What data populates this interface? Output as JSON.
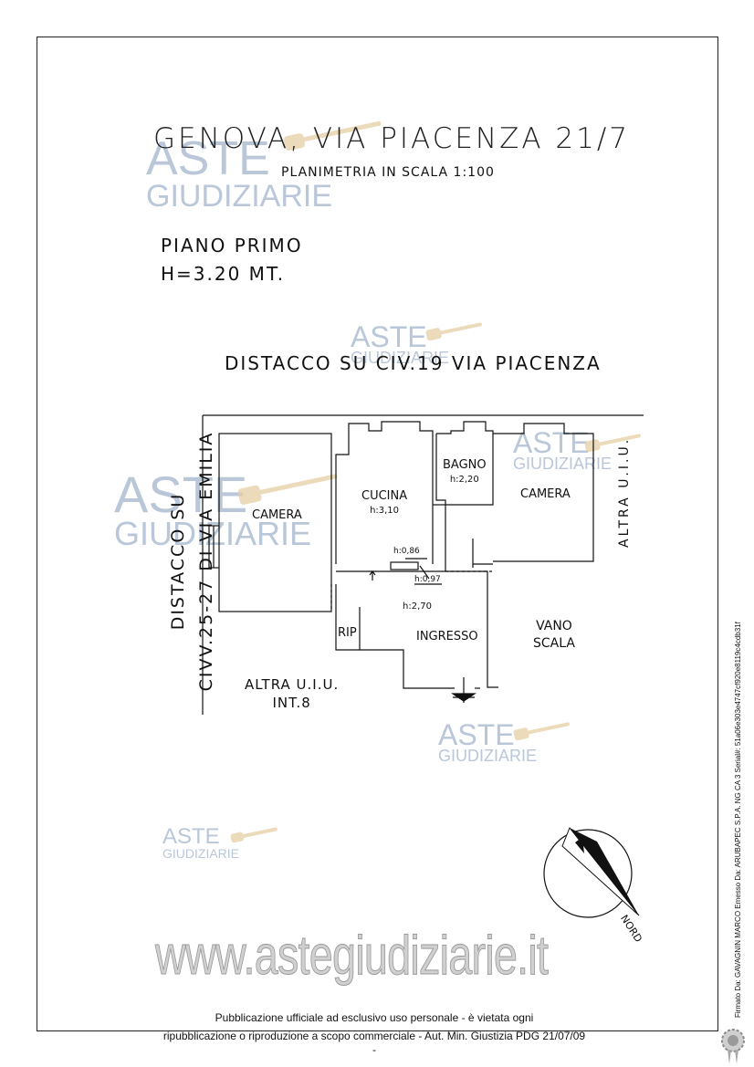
{
  "header": {
    "title": "GENOVA, VIA PIACENZA 21/7",
    "subtitle": "PLANIMETRIA IN SCALA 1:100"
  },
  "floor_info": {
    "level": "PIANO PRIMO",
    "height": "H=3.20 MT."
  },
  "surroundings": {
    "top": "DISTACCO SU CIV.19 VIA PIACENZA",
    "left_line1": "DISTACCO SU",
    "left_line2": "CIVV.25-27 DI VIA EMILIA",
    "right": "ALTRA U.I.U.",
    "bottom_line1": "ALTRA U.I.U.",
    "bottom_line2": "INT.8"
  },
  "rooms": {
    "camera_left": "CAMERA",
    "cucina": "CUCINA",
    "cucina_h": "h:3,10",
    "bagno": "BAGNO",
    "bagno_h": "h:2,20",
    "camera_right": "CAMERA",
    "h_086": "h:0,86",
    "h_097": "h:0,97",
    "ingresso_h": "h:2,70",
    "ingresso": "INGRESSO",
    "rip": "RIP",
    "vano_line1": "VANO",
    "vano_line2": "SCALA"
  },
  "compass": {
    "label": "NORD"
  },
  "watermark": {
    "line1": "ASTE",
    "line2": "GIUDIZIARIE",
    "site": "www.astegiudiziarie.it"
  },
  "footer": {
    "line1": "Pubblicazione ufficiale ad esclusivo uso personale - è vietata ogni",
    "line2": "ripubblicazione o riproduzione a scopo commerciale - Aut. Min. Giustizia PDG 21/07/09",
    "dash": "-"
  },
  "signature": "Firmato Da: GAVAGNIN MARCO Emesso Da: ARUBAPEC S.P.A. NG CA 3 Serial#: 51a06e303e4747cf920e8119c4cdb31f"
}
